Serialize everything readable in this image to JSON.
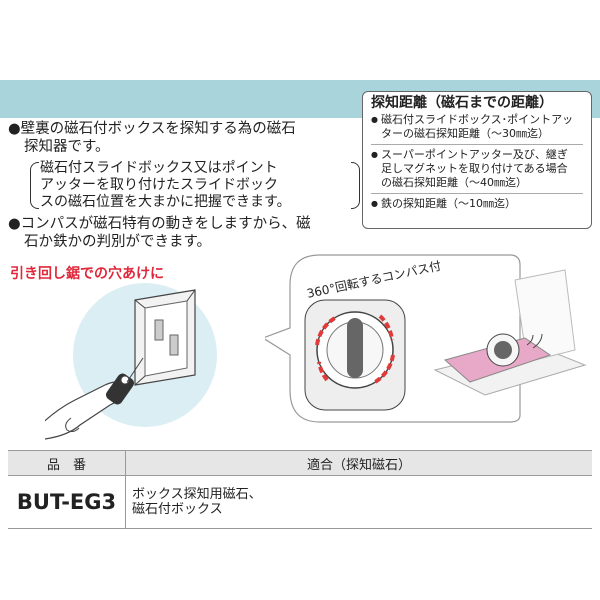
{
  "main": {
    "bullet1_line1": "●壁裏の磁石付ボックスを探知する為の磁石",
    "bullet1_line2": "探知器です。",
    "note_line1": "磁石付スライドボックス又はポイント",
    "note_line2": "アッターを取り付けたスライドボック",
    "note_line3": "スの磁石位置を大まかに把握できます。",
    "bullet2_line1": "●コンパスが磁石特有の動きをしますから、磁",
    "bullet2_line2": "石か鉄かの判別ができます。"
  },
  "spec": {
    "title": "探知距離（磁石までの距離）",
    "item1_line1": "磁石付スライドボックス･ポイントアッ",
    "item1_line2": "ターの磁石探知距離（～30㎜迄）",
    "item2_line1": "スーパーポイントアッター及び、継ぎ",
    "item2_line2": "足しマグネットを取り付けてある場合",
    "item2_line3": "の磁石探知距離（～40㎜迄）",
    "item3": "鉄の探知距離（～10㎜迄）"
  },
  "illustration": {
    "red_label": "引き回し鋸での穴あけに",
    "compass_caption": "360°回転するコンパス付"
  },
  "colors": {
    "band": "#a9d4dc",
    "red_label": "#e0283b",
    "arrow_red": "#e03a3a",
    "pink_box": "#e8a9c8"
  },
  "table": {
    "headers": [
      "品　番",
      "適合（探知磁石）"
    ],
    "rows": [
      {
        "code": "BUT-EG3",
        "compat_line1": "ボックス探知用磁石、",
        "compat_line2": "磁石付ボックス"
      }
    ]
  }
}
